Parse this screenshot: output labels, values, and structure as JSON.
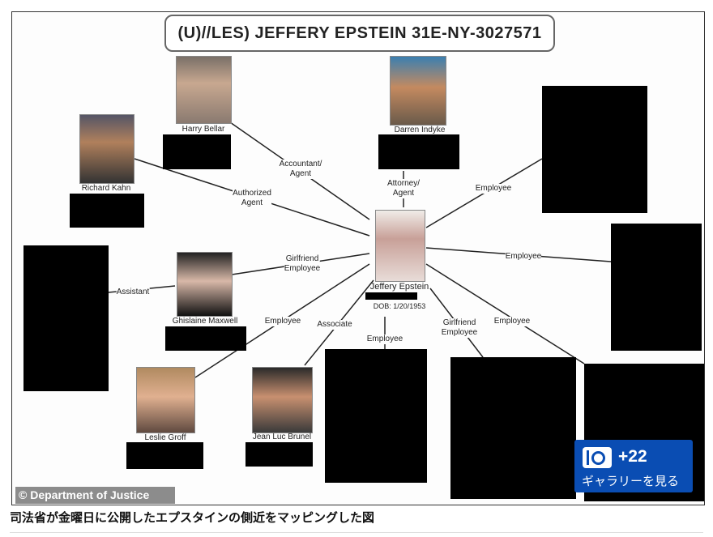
{
  "diagram": {
    "title": "(U)//LES) JEFFERY EPSTEIN 31E-NY-3027571",
    "center": {
      "name": "Jeffery Epstein",
      "dob": "DOB: 1/20/1953"
    },
    "people": [
      {
        "name": "Harry Bellar"
      },
      {
        "name": "Darren Indyke"
      },
      {
        "name": "Richard Kahn"
      },
      {
        "name": "Ghislaine Maxwell"
      },
      {
        "name": "Leslie Groff"
      },
      {
        "name": "Jean Luc Brunel"
      }
    ],
    "relations": [
      "Accountant/\nAgent",
      "Authorized\nAgent",
      "Attorney/\nAgent",
      "Employee",
      "Girlfriend\nEmployee",
      "Employee",
      "Assistant",
      "Employee",
      "Associate",
      "Employee",
      "Girlfriend\nEmployee",
      "Employee"
    ]
  },
  "credit": "© Department of Justice",
  "gallery": {
    "count": "+22",
    "label": "ギャラリーを見る",
    "color": "#0a4db3"
  },
  "caption": "司法省が金曜日に公開したエプスタインの側近をマッピングした図"
}
